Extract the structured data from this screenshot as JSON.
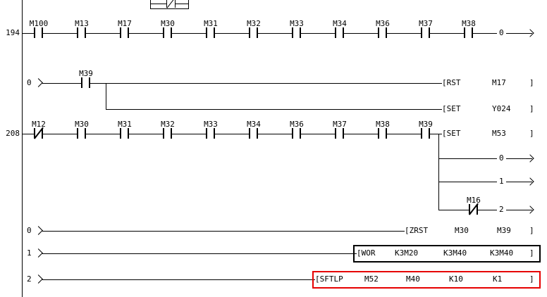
{
  "colors": {
    "wire": "#000000",
    "selection_box": "#000000",
    "highlight_box": "#e60000"
  },
  "rung194": {
    "step": "194",
    "contacts": [
      "M100",
      "M13",
      "M17",
      "M30",
      "M31",
      "M32",
      "M33",
      "M34",
      "M36",
      "M37",
      "M38"
    ],
    "wrap_out": "0"
  },
  "cont194": {
    "wrap_in": "0",
    "contact": "M39",
    "rst": {
      "op": "[RST",
      "a1": "M17",
      "close": "]"
    },
    "set": {
      "op": "[SET",
      "a1": "Y024",
      "close": "]"
    }
  },
  "rung208": {
    "step": "208",
    "contacts": [
      "M12",
      "M30",
      "M31",
      "M32",
      "M33",
      "M34",
      "M36",
      "M37",
      "M38",
      "M39"
    ],
    "set": {
      "op": "[SET",
      "a1": "M53",
      "close": "]"
    },
    "branch": {
      "b0": "0",
      "b1": "1",
      "b2": "2",
      "contact": "M16"
    }
  },
  "contA": {
    "wrap_in": "0",
    "op": "[ZRST",
    "a1": "M30",
    "a2": "M39",
    "close": "]"
  },
  "contB": {
    "wrap_in": "1",
    "op": "[WOR",
    "a1": "K3M20",
    "a2": "K3M40",
    "a3": "K3M40",
    "close": "]"
  },
  "contC": {
    "wrap_in": "2",
    "op": "[SFTLP",
    "a1": "M52",
    "a2": "M40",
    "a3": "K10",
    "a4": "K1",
    "close": "]"
  }
}
